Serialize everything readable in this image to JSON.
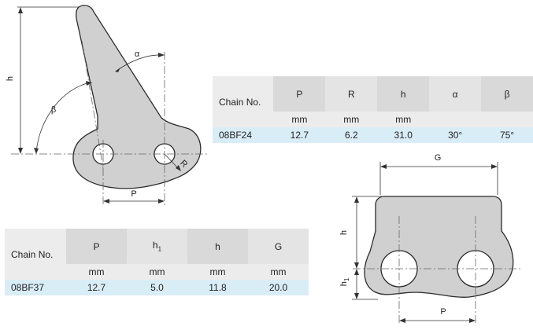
{
  "labels": {
    "h": "h",
    "alpha": "α",
    "beta": "β",
    "R": "R",
    "P": "P",
    "G": "G",
    "h2": "h",
    "h1": "h",
    "h1_sub": "1",
    "P2": "P"
  },
  "table1": {
    "name_header": "Chain No.",
    "columns": [
      {
        "symbol": "P",
        "unit": "mm"
      },
      {
        "symbol": "R",
        "unit": "mm"
      },
      {
        "symbol": "h",
        "unit": "mm"
      },
      {
        "symbol": "α",
        "unit": ""
      },
      {
        "symbol": "β",
        "unit": ""
      }
    ],
    "row": {
      "name": "08BF24",
      "values": [
        "12.7",
        "6.2",
        "31.0",
        "30°",
        "75°"
      ]
    }
  },
  "table2": {
    "name_header": "Chain No.",
    "columns": [
      {
        "symbol": "P",
        "unit": "mm"
      },
      {
        "symbol": "h",
        "sub": "1",
        "unit": "mm"
      },
      {
        "symbol": "h",
        "unit": "mm"
      },
      {
        "symbol": "G",
        "unit": "mm"
      }
    ],
    "row": {
      "name": "08BF37",
      "values": [
        "12.7",
        "5.0",
        "11.8",
        "20.0"
      ]
    }
  },
  "colors": {
    "part_fill": "#d0d0d0",
    "row_highlight": "#d9edf7",
    "header_gray": "#d9d9d9"
  }
}
